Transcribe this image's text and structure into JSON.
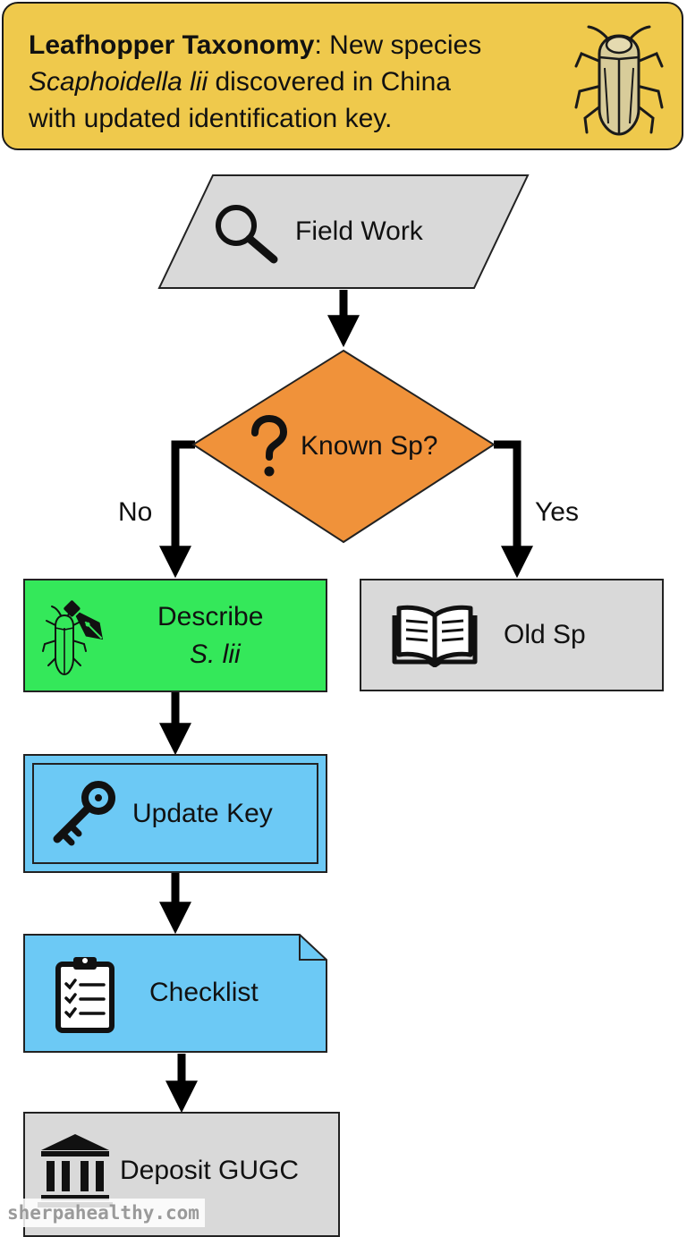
{
  "banner": {
    "title_bold": "Leafhopper Taxonomy",
    "title_rest": ": New species",
    "species": "Scaphoidella lii",
    "line2_rest": " discovered in China",
    "line3": "with updated identification key.",
    "icon": "leafhopper-icon",
    "background_color": "#efc94c"
  },
  "nodes": {
    "field_work": {
      "label": "Field Work",
      "icon": "magnifier-icon",
      "shape": "parallelogram",
      "color": "#d9d9d9"
    },
    "known_sp": {
      "label": "Known Sp?",
      "icon": "question-icon",
      "shape": "diamond",
      "color": "#f0923a"
    },
    "describe": {
      "label_line1": "Describe",
      "label_line2": "S. lii",
      "icon": "leafhopper-pen-icon",
      "shape": "rectangle",
      "color": "#34e85a"
    },
    "old_sp": {
      "label": "Old Sp",
      "icon": "open-book-icon",
      "shape": "rectangle",
      "color": "#d9d9d9"
    },
    "update_key": {
      "label": "Update Key",
      "icon": "key-icon",
      "shape": "double-border-rectangle",
      "color": "#6cc9f5"
    },
    "checklist": {
      "label": "Checklist",
      "icon": "clipboard-checklist-icon",
      "shape": "document",
      "color": "#6cc9f5"
    },
    "deposit": {
      "label": "Deposit GUGC",
      "icon": "museum-icon",
      "shape": "rectangle",
      "color": "#d9d9d9"
    }
  },
  "edges": {
    "no_label": "No",
    "yes_label": "Yes"
  },
  "watermark": "sherpahealthy.com"
}
